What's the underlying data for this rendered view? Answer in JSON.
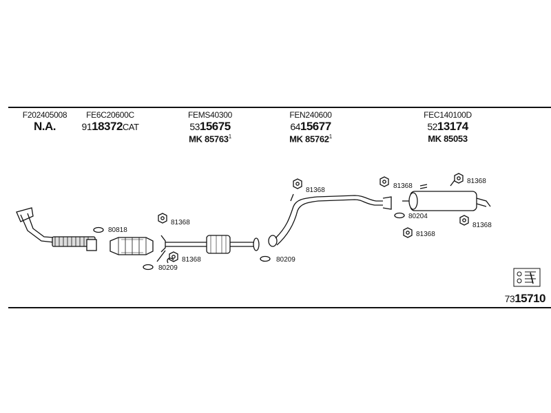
{
  "columns": [
    {
      "code": "F202405008",
      "prefix": "",
      "number": "N.A.",
      "suffix": "",
      "mk": "",
      "mk_note": ""
    },
    {
      "code": "FE6C20600C",
      "prefix": "91",
      "number": "18372",
      "suffix": "CAT",
      "mk": "",
      "mk_note": ""
    },
    {
      "code": "FEMS40300",
      "prefix": "53",
      "number": "15675",
      "suffix": "",
      "mk": "MK 85763",
      "mk_note": "1"
    },
    {
      "code": "FEN240600",
      "prefix": "64",
      "number": "15677",
      "suffix": "",
      "mk": "MK 85762",
      "mk_note": "1"
    },
    {
      "code": "FEC140100D",
      "prefix": "52",
      "number": "13174",
      "suffix": "",
      "mk": "MK 85053",
      "mk_note": ""
    }
  ],
  "labels": {
    "p80818": "80818",
    "p81368_a": "81368",
    "p81368_b": "81368",
    "p80209_a": "80209",
    "p80209_b": "80209",
    "p81368_c": "81368",
    "p81368_d": "81368",
    "p80204": "80204",
    "p81368_e": "81368",
    "p81368_f": "81368",
    "p81368_g": "81368"
  },
  "footer": {
    "prefix": "73",
    "number": "15710"
  }
}
